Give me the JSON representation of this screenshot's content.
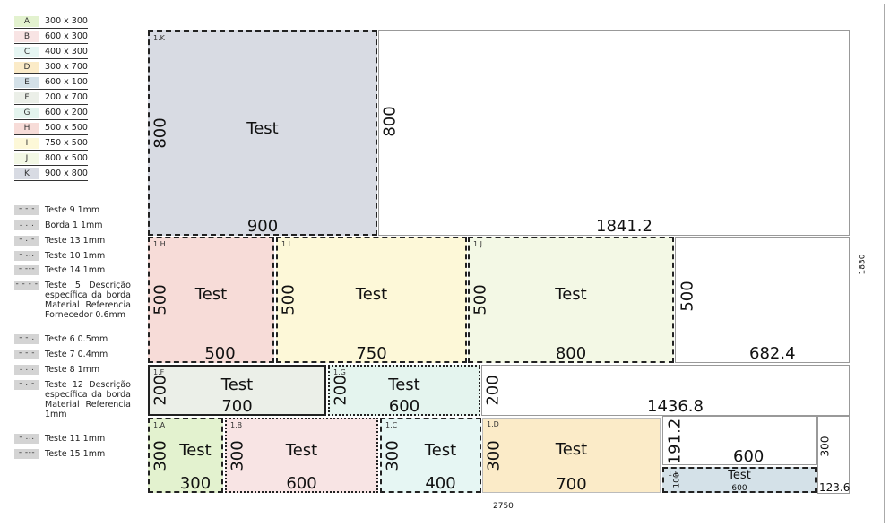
{
  "legend": [
    {
      "code": "A",
      "label": "300 x 300",
      "color": "#e3f2cf"
    },
    {
      "code": "B",
      "label": "600 x 300",
      "color": "#f8e4e4"
    },
    {
      "code": "C",
      "label": "400 x 300",
      "color": "#e6f6f3"
    },
    {
      "code": "D",
      "label": "300 x 700",
      "color": "#fbebc8"
    },
    {
      "code": "E",
      "label": "600 x 100",
      "color": "#d4e1e8"
    },
    {
      "code": "F",
      "label": "200 x 700",
      "color": "#ebefe8"
    },
    {
      "code": "G",
      "label": "600 x 200",
      "color": "#e4f4ee"
    },
    {
      "code": "H",
      "label": "500 x 500",
      "color": "#f7dcd8"
    },
    {
      "code": "I",
      "label": "750 x 500",
      "color": "#fdf8d8"
    },
    {
      "code": "J",
      "label": "800 x 500",
      "color": "#f3f8e5"
    },
    {
      "code": "K",
      "label": "900 x 800",
      "color": "#d8dbe3"
    }
  ],
  "edges": [
    {
      "pattern": "- - -",
      "text": "Teste 9  1mm"
    },
    {
      "pattern": ". . .",
      "text": "Borda 1  1mm"
    },
    {
      "pattern": "- . -",
      "text": "Teste 13  1mm"
    },
    {
      "pattern": "- ...",
      "text": "Teste 10  1mm"
    },
    {
      "pattern": "- ---",
      "text": "Teste 14  1mm"
    },
    {
      "pattern": "- - - -",
      "text": "Teste 5 Descrição específica da borda Material Referencia Fornecedor 0.6mm"
    },
    {
      "pattern": "- - .",
      "text": "Teste 6   0.5mm"
    },
    {
      "pattern": "- - -",
      "text": "Teste 7  0.4mm"
    },
    {
      "pattern": ". . .",
      "text": "Teste 8  1mm"
    },
    {
      "pattern": "- . -",
      "text": "Teste 12 Descrição específica da borda Material Referencia 1mm"
    },
    {
      "pattern": "- ...",
      "text": "Teste 11  1mm"
    },
    {
      "pattern": "- ---",
      "text": "Teste 15  1mm"
    }
  ],
  "sheet": {
    "width_label": "2750",
    "height_label": "1830"
  },
  "parts": [
    {
      "id": "1.K",
      "label": "Test",
      "w": "900",
      "h": "800",
      "color": "#d8dbe3"
    },
    {
      "id": "1.H",
      "label": "Test",
      "w": "500",
      "h": "500",
      "color": "#f7dcd8"
    },
    {
      "id": "1.I",
      "label": "Test",
      "w": "750",
      "h": "500",
      "color": "#fdf8d8"
    },
    {
      "id": "1.J",
      "label": "Test",
      "w": "800",
      "h": "500",
      "color": "#f3f8e5"
    },
    {
      "id": "1.F",
      "label": "Test",
      "w": "700",
      "h": "200",
      "color": "#ebefe8"
    },
    {
      "id": "1.G",
      "label": "Test",
      "w": "600",
      "h": "200",
      "color": "#e4f4ee"
    },
    {
      "id": "1.A",
      "label": "Test",
      "w": "300",
      "h": "300",
      "color": "#e3f2cf"
    },
    {
      "id": "1.B",
      "label": "Test",
      "w": "600",
      "h": "300",
      "color": "#f8e4e4"
    },
    {
      "id": "1.C",
      "label": "Test",
      "w": "400",
      "h": "300",
      "color": "#e6f6f3"
    },
    {
      "id": "1.D",
      "label": "Test",
      "w": "700",
      "h": "300",
      "color": "#fbebc8"
    },
    {
      "id": "1.E",
      "label": "Test",
      "w": "600",
      "h": "100",
      "color": "#d4e1e8"
    }
  ],
  "remnants": {
    "r1": {
      "w": "1841.2",
      "h": "800"
    },
    "r2": {
      "w": "682.4",
      "h": "500"
    },
    "r3": {
      "w": "1436.8",
      "h": "200"
    },
    "r4": {
      "w": "600",
      "h": "191.2"
    },
    "r5": {
      "w": "123.6",
      "h": "300"
    }
  }
}
